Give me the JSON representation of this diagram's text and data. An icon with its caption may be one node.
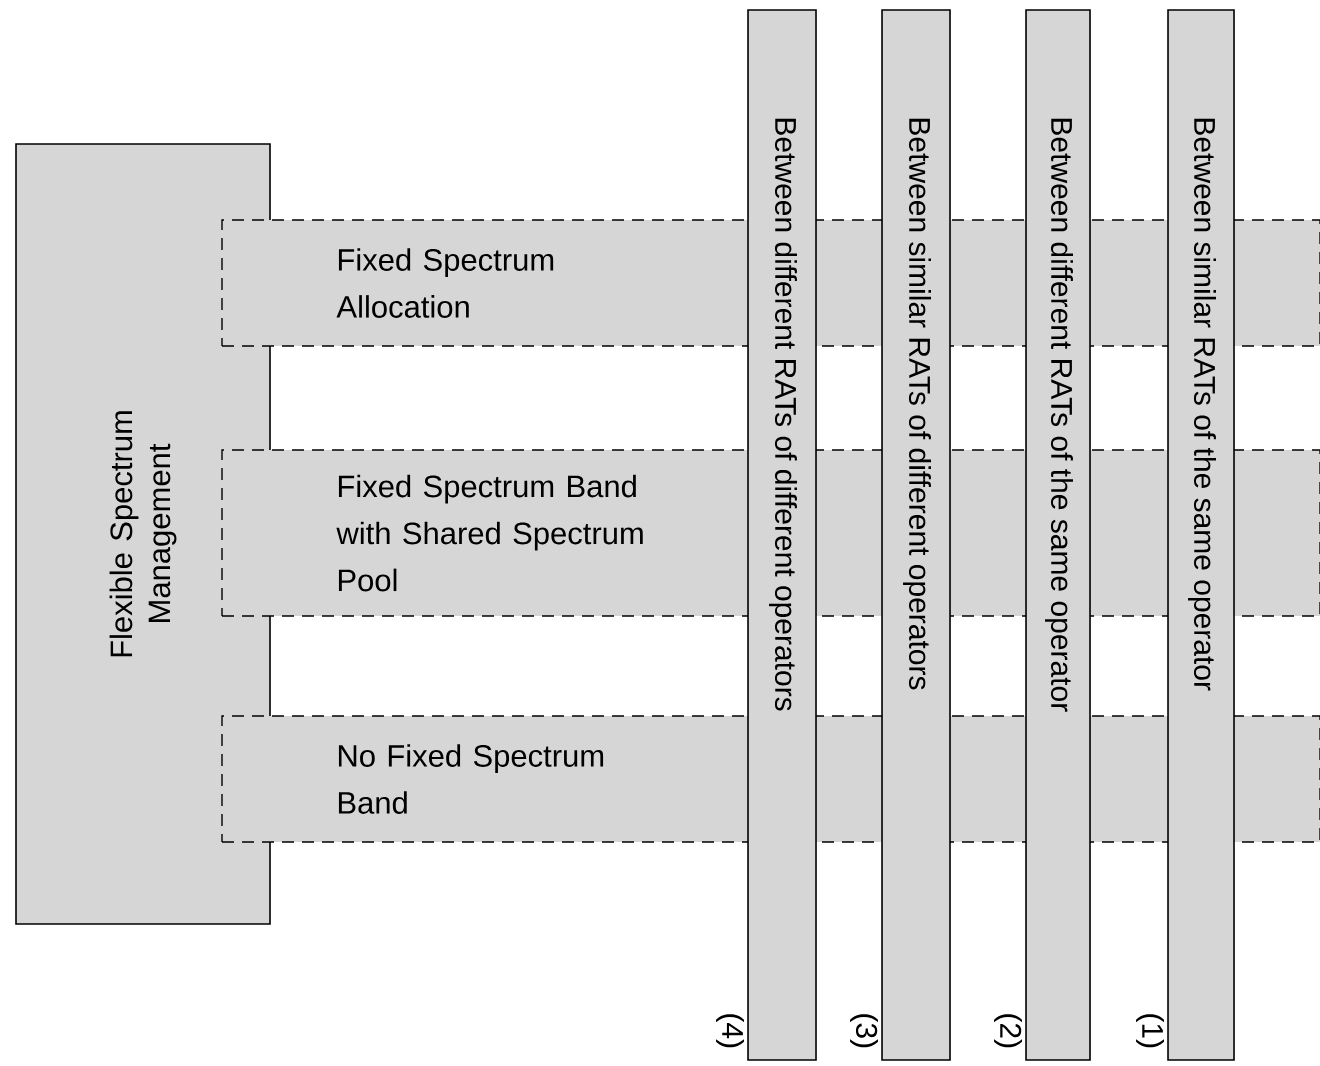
{
  "diagram": {
    "nodes": [
      {
        "text": [
          "Flexible Spectrum Management"
        ]
      },
      {
        "text": [
          "Fixed Spectrum Allocation"
        ]
      },
      {
        "text": [
          "Fixed Spectrum Band with Shared Spectrum Pool"
        ]
      },
      {
        "text": [
          "No Fixed Spectrum Band"
        ]
      },
      {
        "text": [
          "Between different RATs of different operators"
        ],
        "beside": [
          "(4)"
        ]
      },
      {
        "text": [
          "Between similar RATs of different operators"
        ],
        "beside": [
          "(3)"
        ]
      },
      {
        "text": [
          "Between different RATs of the same operator"
        ],
        "beside": [
          "(2)"
        ]
      },
      {
        "text": [
          "Between similar RATs  of the same operator"
        ],
        "beside": [
          "(1)"
        ]
      }
    ]
  }
}
